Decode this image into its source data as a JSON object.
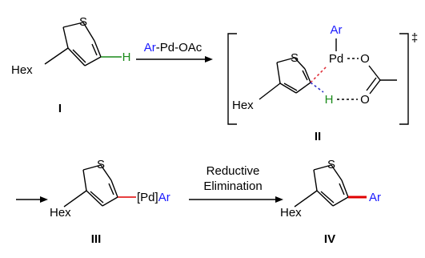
{
  "colors": {
    "aryl": "#1a1aff",
    "hydrogen": "#1a8a1a",
    "new_bond": "#e00000",
    "ts_forming": "#e0303a",
    "ts_breaking": "#3030c8"
  },
  "molecules": {
    "I": {
      "hetero": "S",
      "substituent": "Hex",
      "h": "H",
      "label": "I"
    },
    "II": {
      "hetero": "S",
      "substituent": "Hex",
      "h": "H",
      "ar": "Ar",
      "pd": "Pd",
      "o1": "O",
      "o2": "O",
      "label": "II",
      "dagger": "‡"
    },
    "III": {
      "hetero": "S",
      "substituent": "Hex",
      "pd_fragment": "[Pd]",
      "ar": "Ar",
      "label": "III"
    },
    "IV": {
      "hetero": "S",
      "substituent": "Hex",
      "ar": "Ar",
      "label": "IV"
    }
  },
  "reagent": {
    "ar": "Ar",
    "rest": "-Pd-OAc"
  },
  "step2": {
    "line1": "Reductive",
    "line2": "Elimination"
  }
}
